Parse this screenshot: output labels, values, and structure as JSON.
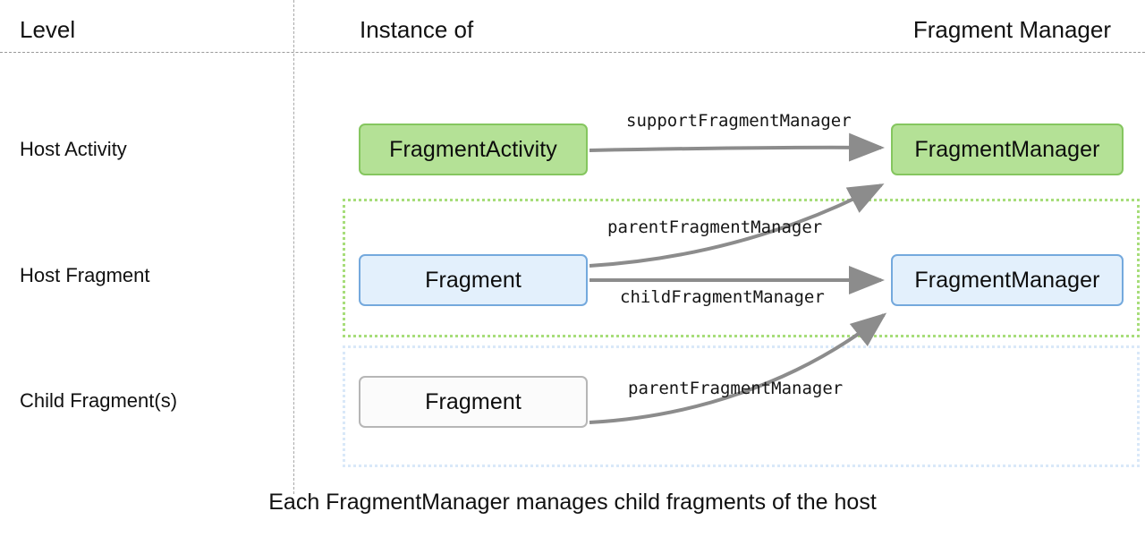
{
  "header": {
    "level": "Level",
    "instance_of": "Instance of",
    "fragment_manager": "Fragment Manager"
  },
  "levels": [
    {
      "label": "Host Activity"
    },
    {
      "label": "Host Fragment"
    },
    {
      "label": "Child Fragment(s)"
    }
  ],
  "nodes": {
    "fragment_activity": "FragmentActivity",
    "fragment_manager_activity": "FragmentManager",
    "fragment_host": "Fragment",
    "fragment_manager_fragment": "FragmentManager",
    "fragment_child": "Fragment"
  },
  "edges": [
    {
      "label": "supportFragmentManager",
      "from": "FragmentActivity",
      "to": "FragmentManager"
    },
    {
      "label": "parentFragmentManager",
      "from": "Fragment",
      "to": "FragmentManager"
    },
    {
      "label": "childFragmentManager",
      "from": "Fragment",
      "to": "FragmentManager"
    },
    {
      "label": "parentFragmentManager",
      "from": "Fragment",
      "to": "FragmentManager"
    }
  ],
  "caption": "Each FragmentManager manages child fragments of the host",
  "colors": {
    "green_fill": "#b4e196",
    "green_stroke": "#85c65f",
    "blue_fill": "#e3f0fc",
    "blue_stroke": "#74a9dd",
    "plain_fill": "#fbfbfb",
    "plain_stroke": "#b6b6b6",
    "arrow": "#8c8c8c",
    "group_green": "#a7dd7a",
    "group_blue": "#d9e8f8"
  }
}
